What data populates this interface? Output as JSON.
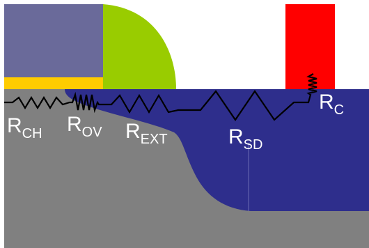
{
  "colors": {
    "background": "#ffffff",
    "substrate": "#808080",
    "source_drain": "#2e2e8c",
    "gate": "#6a6a9a",
    "gate_oxide": "#ffcc00",
    "spacer": "#99cc00",
    "contact": "#ff0000",
    "resistor_line": "#000000",
    "label_text": "#ffffff"
  },
  "labels": {
    "r_ch": {
      "main": "R",
      "sub": "CH"
    },
    "r_ov": {
      "main": "R",
      "sub": "OV"
    },
    "r_ext": {
      "main": "R",
      "sub": "EXT"
    },
    "r_sd": {
      "main": "R",
      "sub": "SD"
    },
    "r_c": {
      "main": "R",
      "sub": "C"
    }
  }
}
